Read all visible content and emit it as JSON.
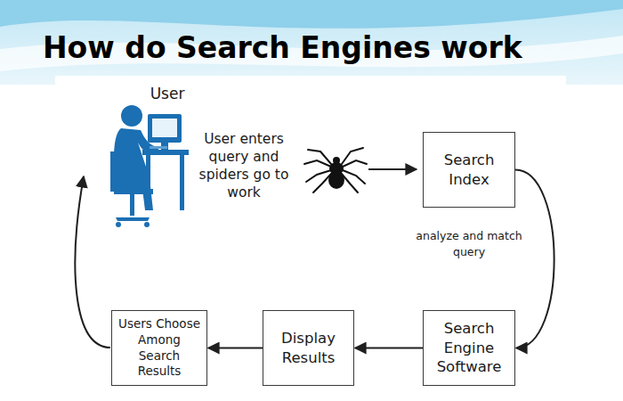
{
  "diagram": {
    "title": "How do Search Engines work",
    "nodes": [
      {
        "text": [
          "Search Index"
        ]
      },
      {
        "text": [
          "Search Engine Software"
        ]
      },
      {
        "text": [
          "Display Results"
        ]
      },
      {
        "text": [
          "Users Choose Among Search Results"
        ]
      }
    ],
    "edges": [
      {
        "from": 0,
        "to": 1,
        "arrow": "to",
        "label": "analyze and match query"
      },
      {
        "from": 1,
        "to": 2,
        "arrow": "to"
      },
      {
        "from": 2,
        "to": 3,
        "arrow": "to"
      }
    ],
    "labels": [
      "User",
      "User enters query and spiders go to work"
    ]
  }
}
